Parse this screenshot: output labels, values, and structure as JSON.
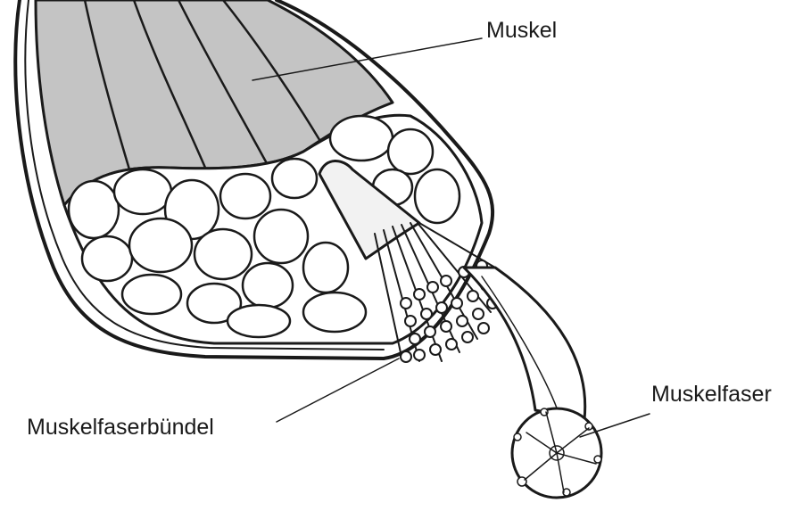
{
  "labels": {
    "muscle": "Muskel",
    "fiber_bundle": "Muskelfaserbündel",
    "fiber": "Muskelfaser"
  },
  "colors": {
    "ink": "#1a1a1a",
    "muscle_gray": "#c4c4c4",
    "cut_face": "#ffffff"
  }
}
